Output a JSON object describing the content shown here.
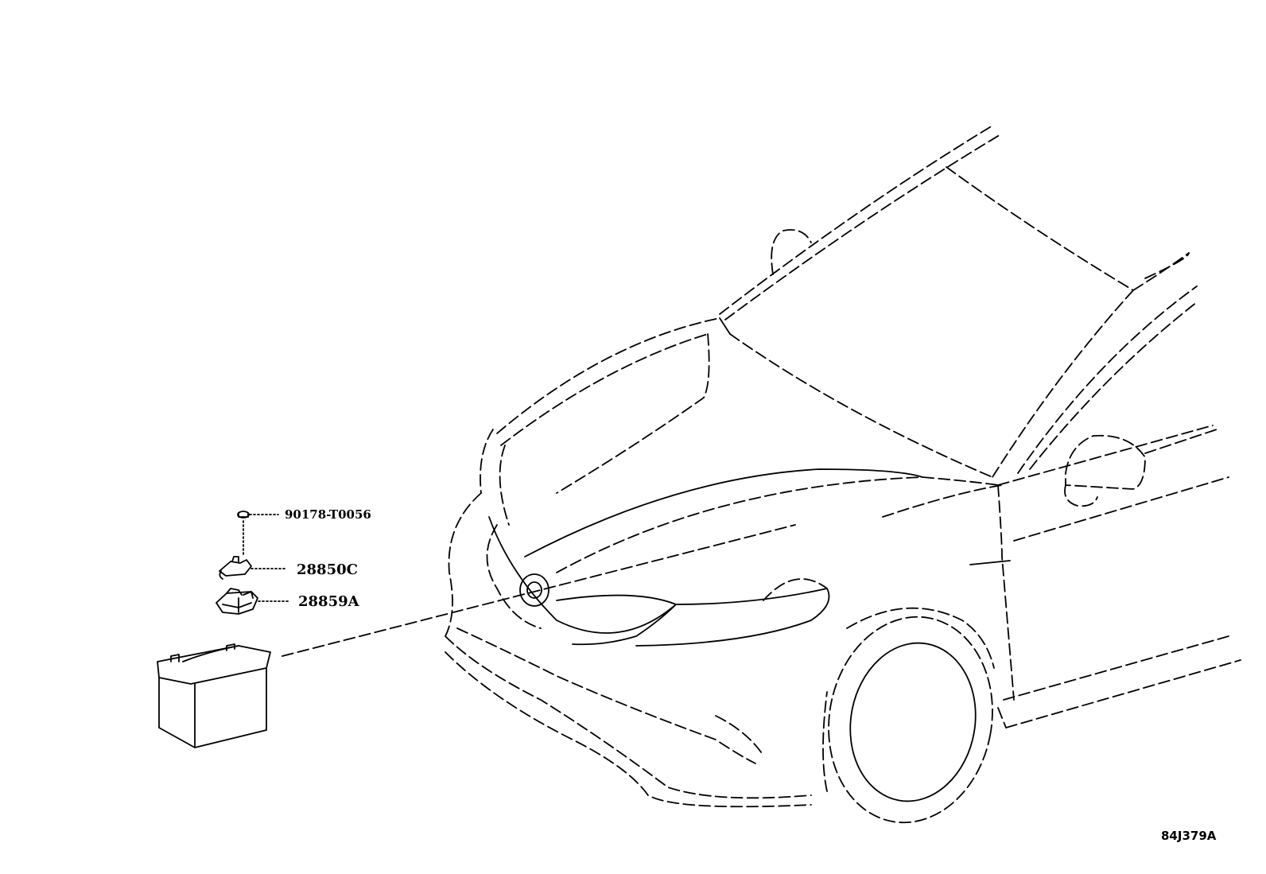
{
  "diagram": {
    "parts": [
      {
        "id": "nut",
        "label": "90178-T0056"
      },
      {
        "id": "clamp",
        "label": "28850C"
      },
      {
        "id": "terminal",
        "label": "28859A"
      }
    ],
    "figure_id": "84J379A"
  }
}
